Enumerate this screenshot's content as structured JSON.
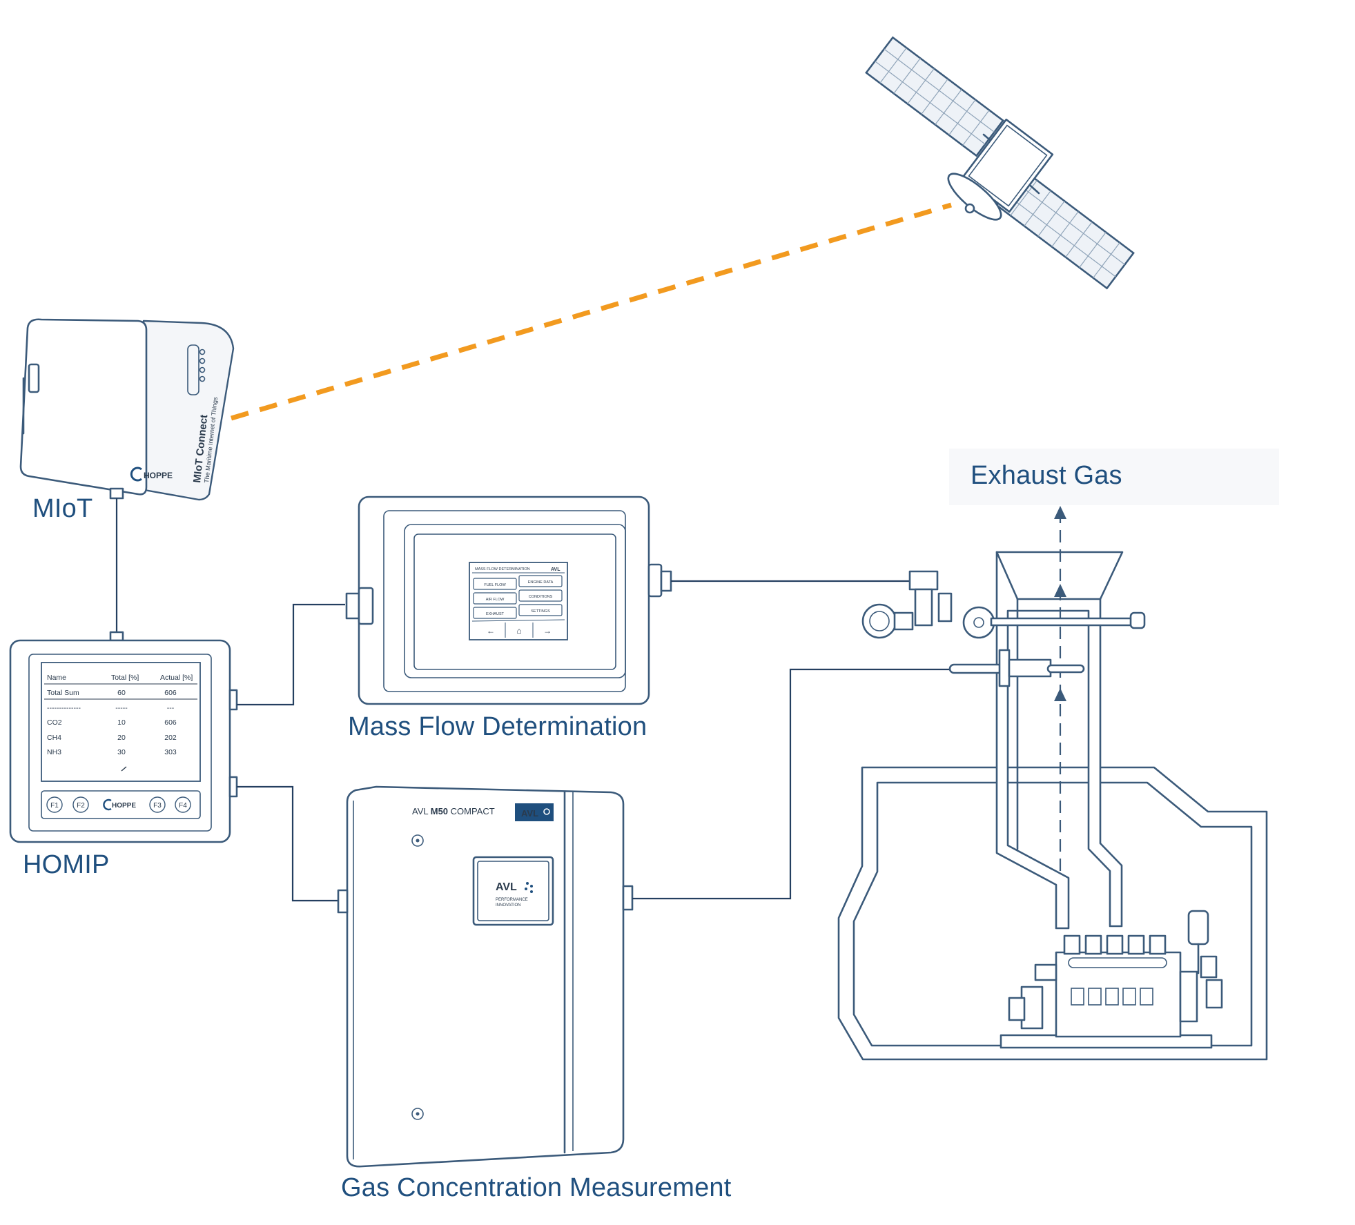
{
  "labels": {
    "miot": "MIoT",
    "homip": "HOMIP",
    "mass_flow": "Mass Flow Determination",
    "gas_conc": "Gas Concentration Measurement",
    "exhaust": "Exhaust Gas"
  },
  "miot_device": {
    "brand": "HOPPE",
    "product": "MIoT Connect",
    "tagline": "The Maritime Internet of Things"
  },
  "homip_display": {
    "headers": [
      "Name",
      "Total [%]",
      "Actual [%]"
    ],
    "rows": [
      [
        "Total Sum",
        "60",
        "606"
      ],
      [
        "--------------",
        "-----",
        "---"
      ],
      [
        "CO2",
        "10",
        "606"
      ],
      [
        "CH4",
        "20",
        "202"
      ],
      [
        "NH3",
        "30",
        "303"
      ]
    ],
    "buttons": [
      "F1",
      "F2",
      "F3",
      "F4"
    ],
    "brand": "HOPPE"
  },
  "mfd_screen": {
    "title": "MASS FLOW DETERMINATION",
    "brand": "AVL",
    "buttons": [
      "FUEL FLOW",
      "ENGINE DATA",
      "AIR FLOW",
      "CONDITIONS",
      "EXHAUST",
      "SETTINGS"
    ],
    "nav": [
      "←",
      "⌂",
      "→"
    ]
  },
  "gas_cabinet": {
    "model_prefix": "AVL",
    "model": "M50",
    "model_suffix": "COMPACT",
    "badge": "AVL",
    "panel_brand": "AVL",
    "panel_line1": "PERFORMANCE",
    "panel_line2": "INNOVATION"
  },
  "colors": {
    "label": "#1f4f7e",
    "line": "#3b5a7a",
    "uplink": "#f29a1f",
    "badge": "#1f4f7e"
  },
  "icons": [
    "satellite-icon",
    "gas-flow-arrow-icon"
  ]
}
